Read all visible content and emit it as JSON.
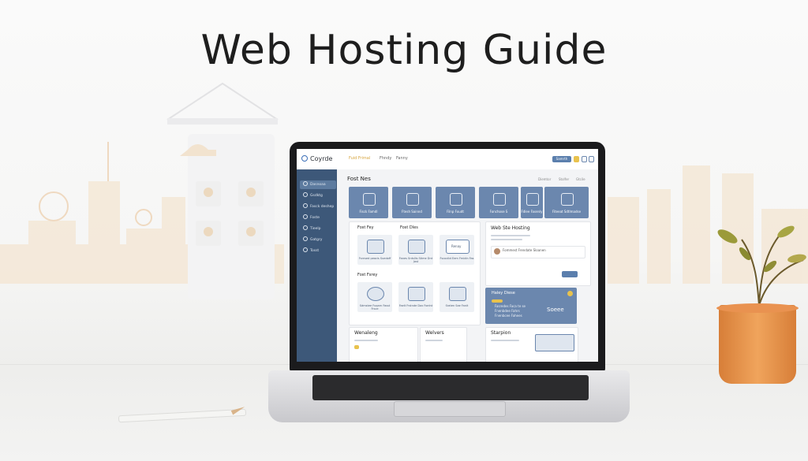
{
  "page_title": "Web Hosting Guide",
  "app": {
    "logo_text": "Coyrde",
    "nav": [
      "Fuid Frimal",
      "Fhndy",
      "Fanny"
    ],
    "top_button": "Samrth"
  },
  "sidebar": {
    "items": [
      "Dasnoaa",
      "Gsdktg",
      "Fasck deshep",
      "Foste",
      "Tieelp",
      "Gatgry",
      "Tosst"
    ]
  },
  "main": {
    "heading": "Fost Nes",
    "header_links": [
      "Diemtor",
      "Stolfer",
      "Gtcile"
    ],
    "tiles": [
      "Fisck Famdl",
      "Ftesh Sainnd",
      "Filnp Foudt",
      "Fonchose S",
      "Fdlee Fasenly",
      "Fiteeat Sdtlmadse"
    ],
    "section_a_title": "Fost Fey",
    "section_a_sub": "Fost Dles",
    "cards_a": [
      "Fsrnsed peacis Suedoff",
      "Fanes Srdsllis Stime Dnt Jost",
      "Fscocibt Eem Frnidin Fas"
    ],
    "card_a_badge": "Renay",
    "section_b_title": "Fost Fsrey",
    "cards_b": [
      "Sdmstee Fuqarn Fasst Frsce",
      "Faelt Frstnde Dax Foelnt",
      "Sraten Sae Fanit"
    ],
    "panel_right_title": "Web Ste Hosting",
    "panel_right_text": "Fommest Frendate Sloanen",
    "panel_blue_title": "Haley Diese",
    "panel_blue_items": [
      "Fasredes Faca te se",
      "Fnenbdee Fahrs",
      "Fnenbcee Fahees"
    ],
    "panel_blue_badge": "Soeee",
    "bottom_a_title": "Wenaleng",
    "bottom_b_title": "Welvers",
    "bottom_c_title": "Starpion"
  },
  "colors": {
    "sidebar": "#3d5879",
    "accent": "#6b87ae",
    "highlight": "#e8c24d",
    "pot": "#e99250"
  }
}
